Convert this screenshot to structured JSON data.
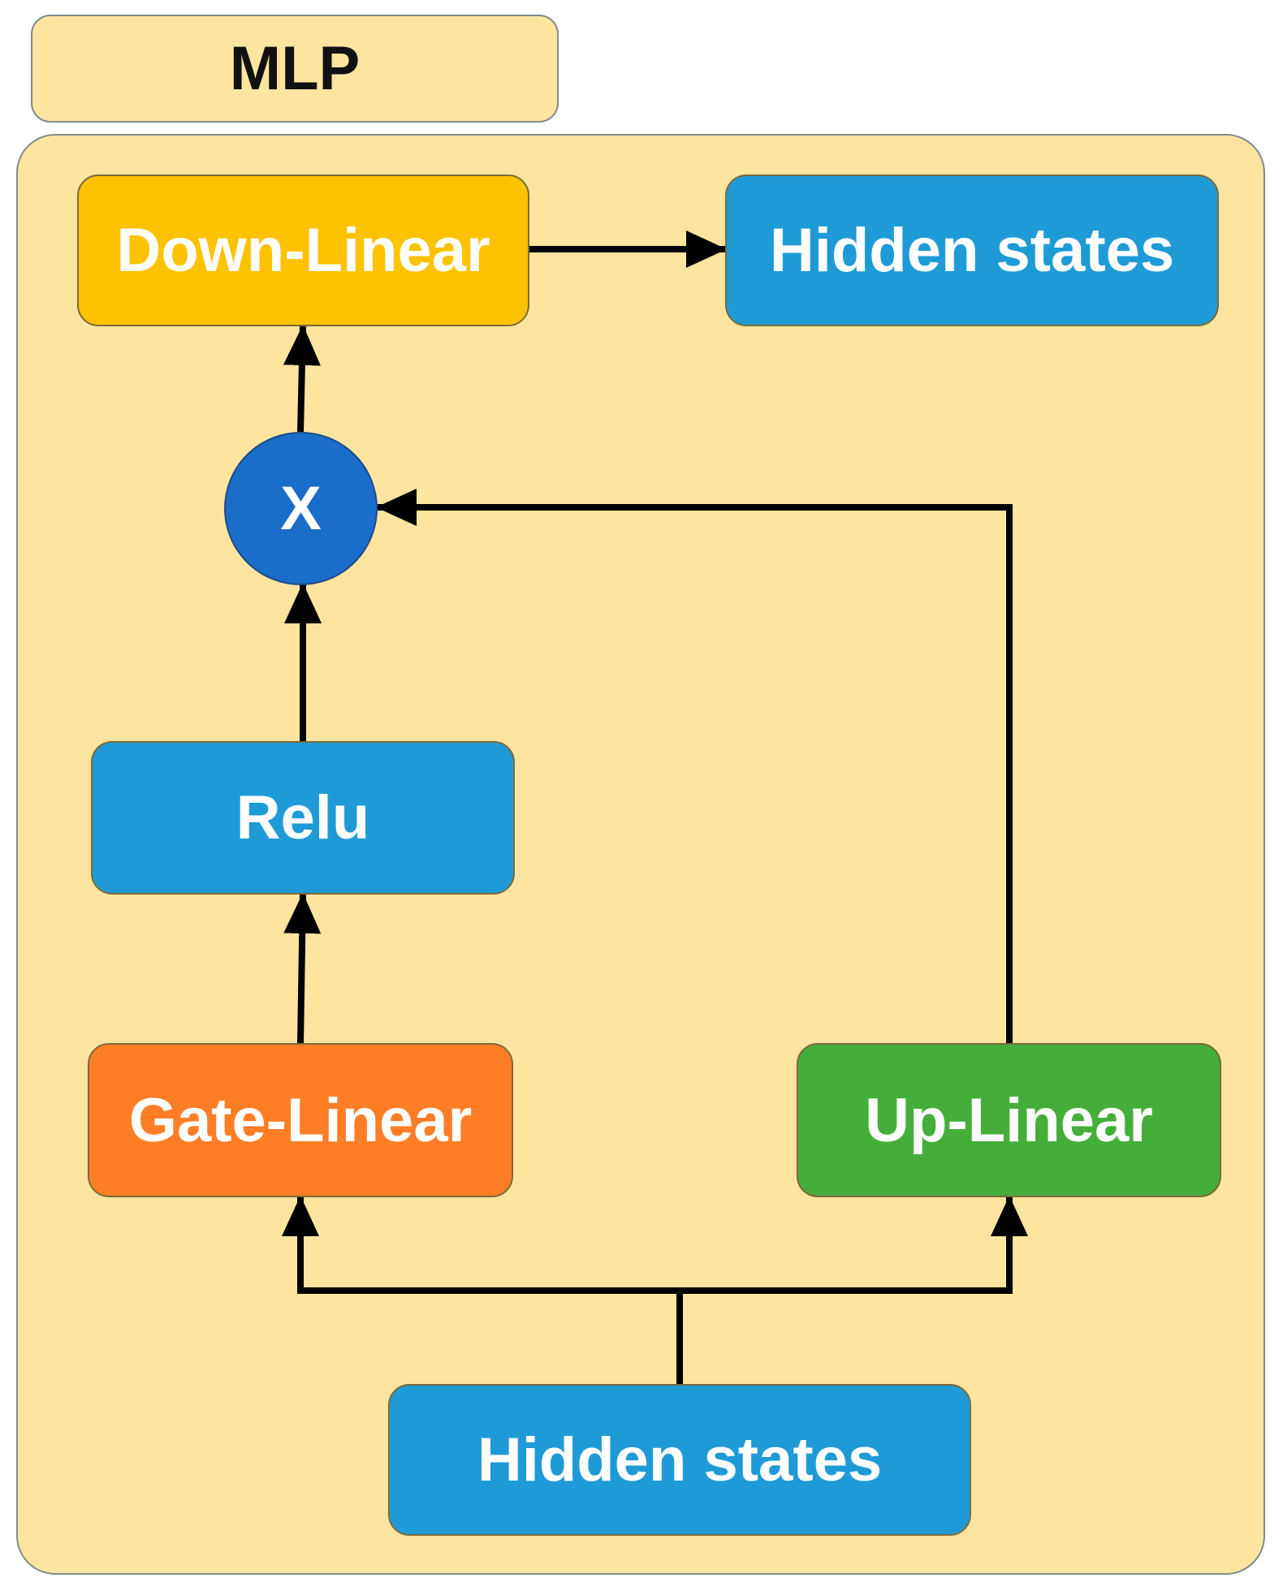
{
  "title": "MLP",
  "nodes": {
    "down_linear": {
      "label": "Down-Linear",
      "color": "#fdc200"
    },
    "hidden_out": {
      "label": "Hidden states",
      "color": "#1e9bd7"
    },
    "multiply": {
      "label": "X",
      "color": "#1a6dc8"
    },
    "relu": {
      "label": "Relu",
      "color": "#1e9bd7"
    },
    "gate_linear": {
      "label": "Gate-Linear",
      "color": "#ff7d25"
    },
    "up_linear": {
      "label": "Up-Linear",
      "color": "#45ae3a"
    },
    "hidden_in": {
      "label": "Hidden states",
      "color": "#1e9bd7"
    }
  },
  "colors": {
    "background": "#fde59f",
    "border": "#7f8c8f",
    "arrow": "#000000"
  }
}
